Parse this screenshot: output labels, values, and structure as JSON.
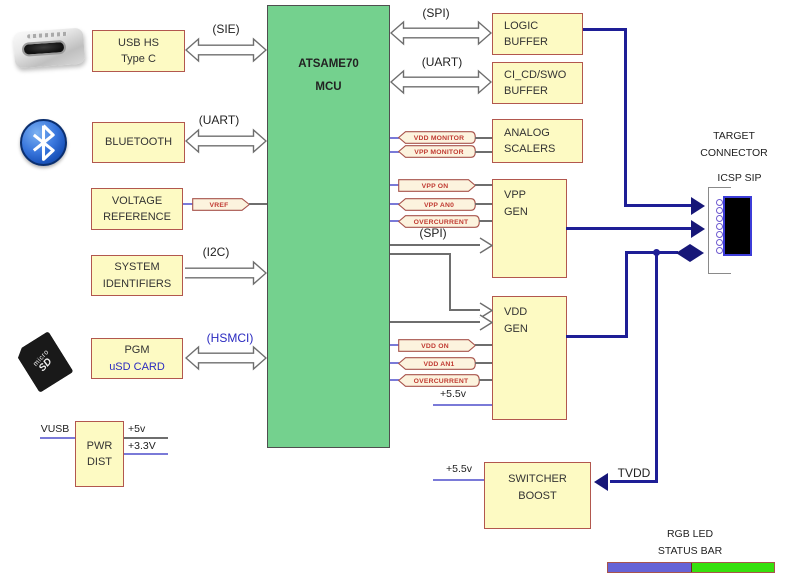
{
  "mcu": {
    "line1": "ATSAME70",
    "line2": "MCU"
  },
  "left": {
    "usb": {
      "line1": "USB HS",
      "line2": "Type C",
      "bus": "(SIE)"
    },
    "bluetooth": {
      "label": "BLUETOOTH",
      "bus": "(UART)"
    },
    "voltage_reference": {
      "line1": "VOLTAGE",
      "line2": "REFERENCE",
      "signal": "VREF"
    },
    "system_identifiers": {
      "line1": "SYSTEM",
      "line2": "IDENTIFIERS",
      "bus": "(I2C)"
    },
    "pgm_sd": {
      "line1": "PGM",
      "line2": "uSD CARD",
      "bus": "(HSMCI)"
    },
    "pwr_dist": {
      "line1": "PWR",
      "line2": "DIST",
      "input": "VUSB",
      "out_5v": "+5v",
      "out_3v3": "+3.3V"
    }
  },
  "right": {
    "logic_buffer": {
      "line1": "LOGIC",
      "line2": "BUFFER",
      "bus": "(SPI)"
    },
    "ci_cd_buffer": {
      "line1": "CI_CD/SWO",
      "line2": "BUFFER",
      "bus": "(UART)"
    },
    "analog_scalers": {
      "line1": "ANALOG",
      "line2": "SCALERS",
      "signals": [
        "VDD MONITOR",
        "VPP MONITOR"
      ]
    },
    "vpp_gen": {
      "line1": "VPP",
      "line2": "GEN",
      "bus": "(SPI)",
      "signals": [
        "VPP ON",
        "VPP AN0",
        "OVERCURRENT"
      ]
    },
    "vdd_gen": {
      "line1": "VDD",
      "line2": "GEN",
      "supply": "+5.5v",
      "signals": [
        "VDD ON",
        "VDD AN1",
        "OVERCURRENT"
      ]
    },
    "switcher_boost": {
      "line1": "SWITCHER",
      "line2": "BOOST",
      "supply": "+5.5v",
      "net": "TVDD"
    }
  },
  "target_connector": {
    "title1": "TARGET",
    "title2": "CONNECTOR",
    "label": "ICSP SIP"
  },
  "status_bar": {
    "title1": "RGB LED",
    "title2": "STATUS BAR"
  },
  "icons": {
    "microsd_text1": "micro",
    "microsd_text2": "SD"
  },
  "colors": {
    "mcu_fill": "#74d18e",
    "block_fill": "#fdfac3",
    "block_border": "#b2574e",
    "navy_line": "#1e1e96",
    "wire_purple": "#7a7ad8",
    "wire_gray": "#6e6e6e",
    "pill_text": "#c03a32",
    "bar_left": "#6663d6",
    "bar_right": "#37e00e"
  }
}
